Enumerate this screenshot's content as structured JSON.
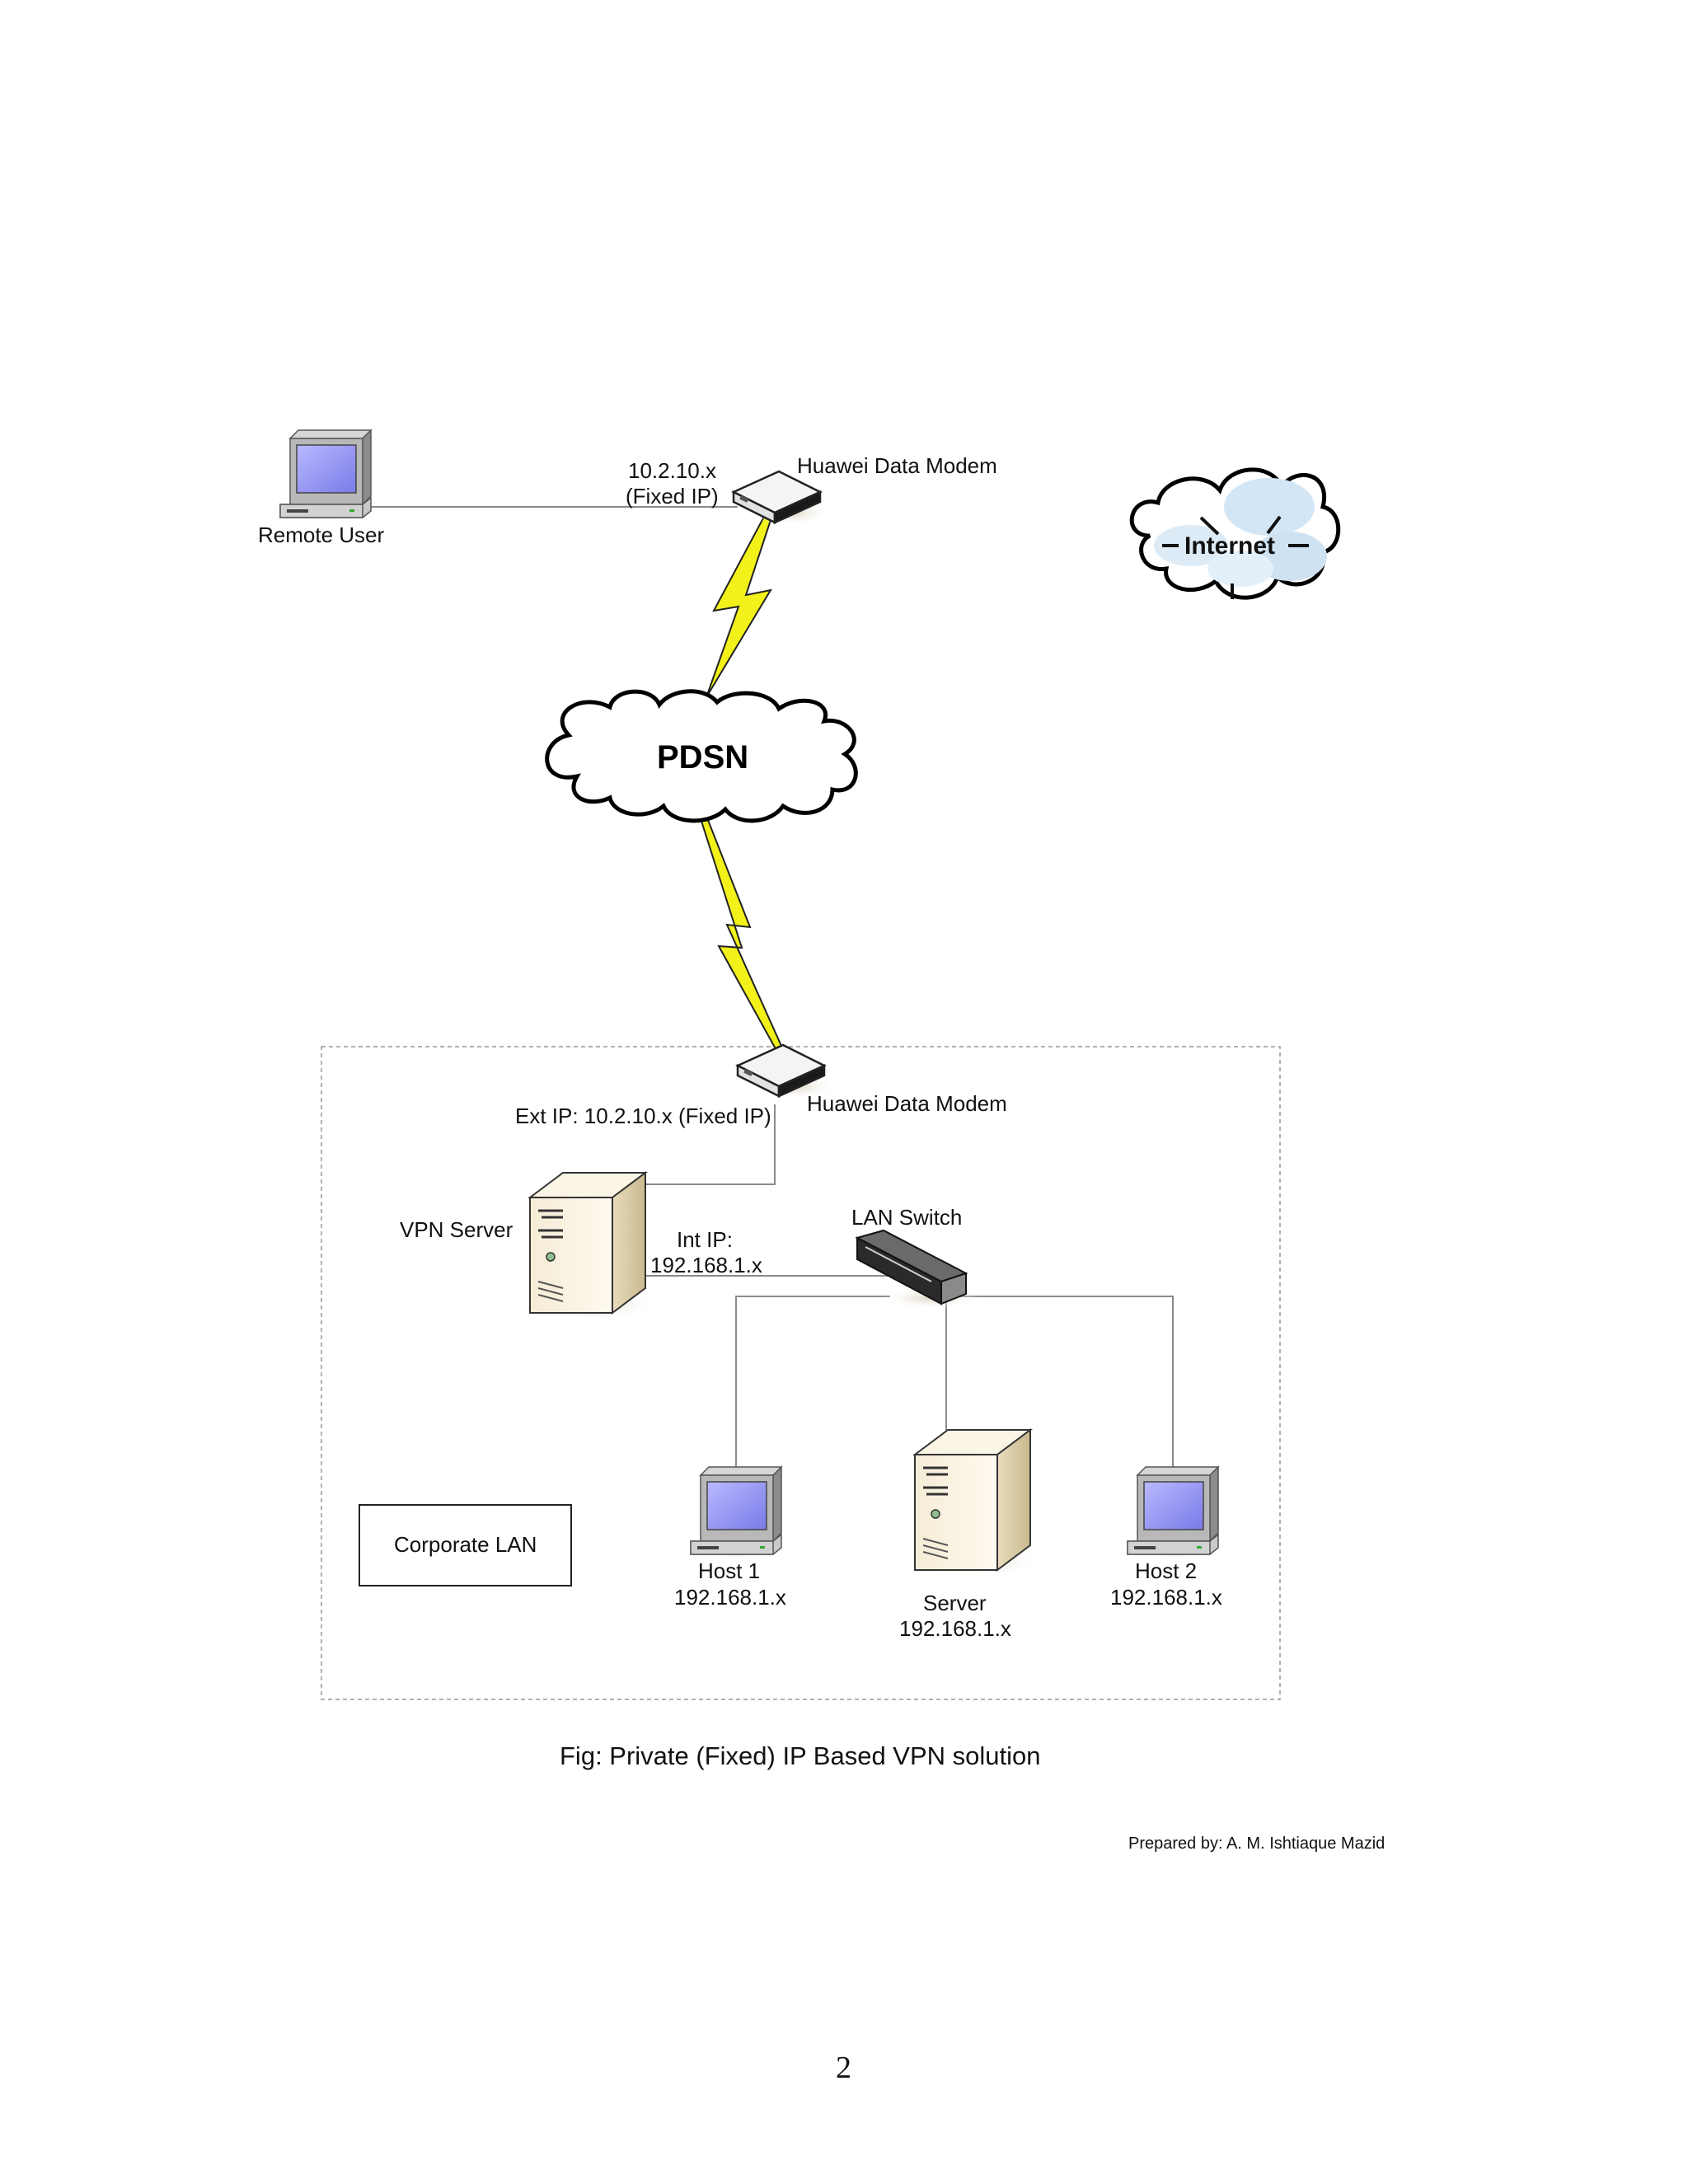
{
  "nodes": {
    "remote_user": "Remote User",
    "modem_top": {
      "name": "Huawei Data Modem",
      "ip_line1": "10.2.10.x",
      "ip_line2": "(Fixed IP)"
    },
    "internet": "Internet",
    "pdsn": "PDSN",
    "modem_bottom": {
      "name": "Huawei Data Modem",
      "ext_ip": "Ext IP: 10.2.10.x (Fixed IP)"
    },
    "vpn_server": {
      "name": "VPN Server",
      "int_ip_line1": "Int IP:",
      "int_ip_line2": "192.168.1.x"
    },
    "lan_switch": "LAN Switch",
    "corporate_lan": "Corporate LAN",
    "host1": {
      "name": "Host 1",
      "ip": "192.168.1.x"
    },
    "server": {
      "name": "Server",
      "ip": "192.168.1.x"
    },
    "host2": {
      "name": "Host 2",
      "ip": "192.168.1.x"
    }
  },
  "caption": "Fig: Private (Fixed) IP Based VPN solution",
  "credit": "Prepared by: A. M. Ishtiaque Mazid",
  "page_number": "2",
  "colors": {
    "lightning": "#f2f21a",
    "screen": "#9c9cf5",
    "server_body": "#ecdfc2",
    "cloud_fill": "#dcebf6"
  }
}
